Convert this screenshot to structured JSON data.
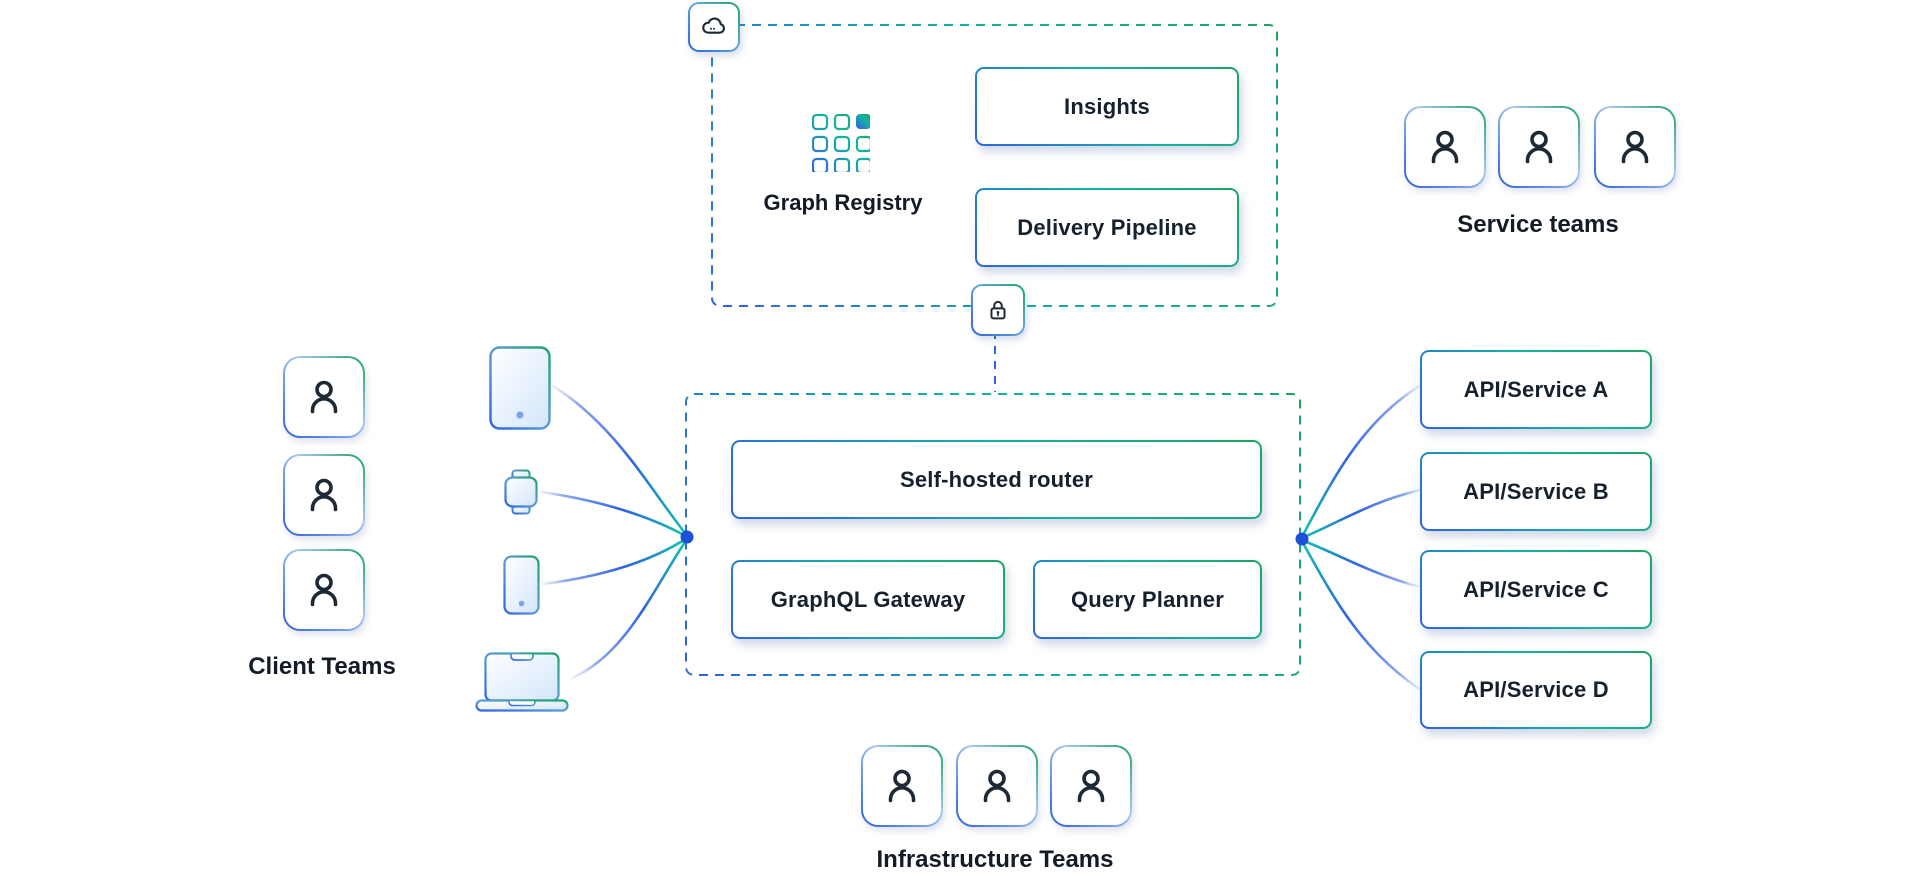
{
  "palette": {
    "blue": "#2e63e2",
    "teal": "#14b3a3",
    "green": "#1ea565",
    "junction_dot_blue": "#1d4fd7",
    "glyph_dark": "#1d2a36",
    "text_dark": "#141e28"
  },
  "icons": {
    "cloud": "cloud-icon",
    "lock": "lock-icon",
    "registry_grid": "grid-icon",
    "person": "person-icon",
    "tablet": "tablet-icon",
    "watch": "watch-icon",
    "phone": "phone-icon",
    "laptop": "laptop-icon"
  },
  "registry_panel": {
    "registry_label": "Graph Registry",
    "nodes": [
      {
        "label": "Insights"
      },
      {
        "label": "Delivery Pipeline"
      }
    ]
  },
  "router_panel": {
    "nodes": [
      {
        "label": "Self-hosted router"
      },
      {
        "label": "GraphQL Gateway"
      },
      {
        "label": "Query Planner"
      }
    ]
  },
  "api_services": [
    {
      "label": "API/Service A"
    },
    {
      "label": "API/Service B"
    },
    {
      "label": "API/Service C"
    },
    {
      "label": "API/Service D"
    }
  ],
  "client_teams": {
    "label": "Client Teams",
    "member_count": 3
  },
  "service_teams": {
    "label": "Service teams",
    "member_count": 3
  },
  "infrastructure_teams": {
    "label": "Infrastructure Teams",
    "member_count": 3
  }
}
